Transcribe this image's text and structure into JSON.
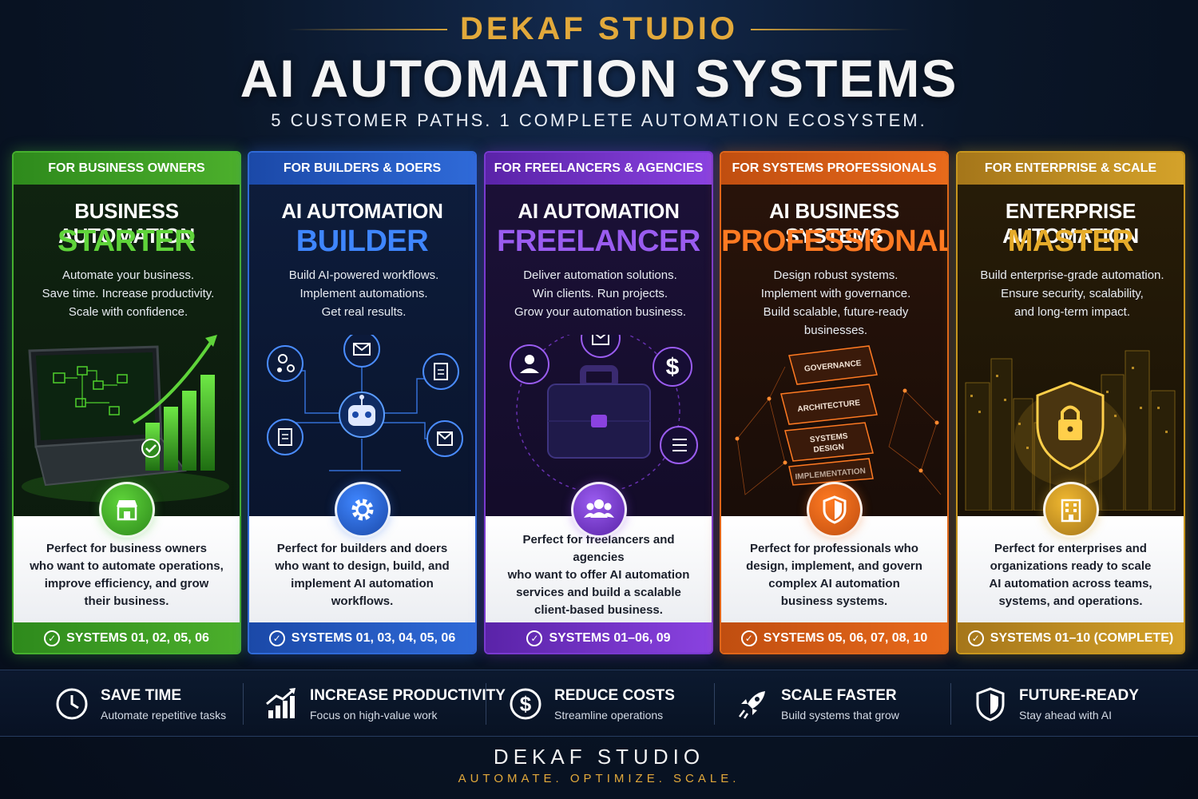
{
  "header": {
    "brand": "DEKAF STUDIO",
    "title": "AI AUTOMATION SYSTEMS",
    "subtitle": "5 CUSTOMER PATHS. 1 COMPLETE AUTOMATION ECOSYSTEM."
  },
  "colors": {
    "starter": "#46b02e",
    "builder": "#2f6ad8",
    "freelancer": "#7a3ad0",
    "professional": "#e0661a",
    "master": "#c8961e",
    "brand_gold": "#e2a93b"
  },
  "cards": [
    {
      "tag": "FOR BUSINESS OWNERS",
      "title1": "BUSINESS AUTOMATION",
      "title2": "STARTER",
      "desc": [
        "Automate your business.",
        "Save time. Increase productivity.",
        "Scale with confidence."
      ],
      "badge_icon": "storefront-icon",
      "panel": [
        "Perfect for business owners",
        "who want to automate operations,",
        "improve efficiency, and grow",
        "their business."
      ],
      "systems": "SYSTEMS 01, 02, 05, 06"
    },
    {
      "tag": "FOR BUILDERS & DOERS",
      "title1": "AI AUTOMATION",
      "title2": "BUILDER",
      "desc": [
        "Build AI-powered workflows.",
        "Implement automations.",
        "Get real results."
      ],
      "badge_icon": "gear-icon",
      "panel": [
        "Perfect for builders and doers",
        "who want to design, build, and",
        "implement AI automation",
        "workflows."
      ],
      "systems": "SYSTEMS 01, 03, 04, 05, 06"
    },
    {
      "tag": "FOR FREELANCERS & AGENCIES",
      "title1": "AI AUTOMATION",
      "title2": "FREELANCER",
      "desc": [
        "Deliver automation solutions.",
        "Win clients. Run projects.",
        "Grow your automation business."
      ],
      "badge_icon": "team-icon",
      "panel": [
        "Perfect for freelancers and agencies",
        "who want to offer AI automation",
        "services and build a scalable",
        "client-based business."
      ],
      "systems": "SYSTEMS 01–06, 09"
    },
    {
      "tag": "FOR SYSTEMS PROFESSIONALS",
      "title1": "AI BUSINESS SYSTEMS",
      "title2": "PROFESSIONAL",
      "desc": [
        "Design robust systems.",
        "Implement with governance.",
        "Build scalable, future-ready",
        "businesses."
      ],
      "badge_icon": "shield-icon",
      "panel": [
        "Perfect for professionals who",
        "design, implement, and govern",
        "complex AI automation",
        "business systems."
      ],
      "systems": "SYSTEMS 05, 06, 07, 08, 10",
      "blocks": [
        "GOVERNANCE",
        "ARCHITECTURE",
        "SYSTEMS",
        "DESIGN",
        "IMPLEMENTATION"
      ]
    },
    {
      "tag": "FOR ENTERPRISE & SCALE",
      "title1": "ENTERPRISE AUTOMATION",
      "title2": "MASTER",
      "desc": [
        "Build enterprise-grade automation.",
        "Ensure security, scalability,",
        "and long-term impact."
      ],
      "badge_icon": "building-icon",
      "panel": [
        "Perfect for enterprises and",
        "organizations ready to scale",
        "AI automation across teams,",
        "systems, and operations."
      ],
      "systems": "SYSTEMS 01–10 (COMPLETE)"
    }
  ],
  "benefits": [
    {
      "title": "SAVE TIME",
      "sub": "Automate repetitive tasks",
      "icon": "clock-icon"
    },
    {
      "title": "INCREASE PRODUCTIVITY",
      "sub": "Focus on high-value work",
      "icon": "growth-chart-icon"
    },
    {
      "title": "REDUCE COSTS",
      "sub": "Streamline operations",
      "icon": "dollar-icon"
    },
    {
      "title": "SCALE FASTER",
      "sub": "Build systems that grow",
      "icon": "rocket-icon"
    },
    {
      "title": "FUTURE-READY",
      "sub": "Stay ahead with AI",
      "icon": "shield-icon"
    }
  ],
  "footer": {
    "brand": "DEKAF STUDIO",
    "tagline": "AUTOMATE. OPTIMIZE. SCALE."
  }
}
